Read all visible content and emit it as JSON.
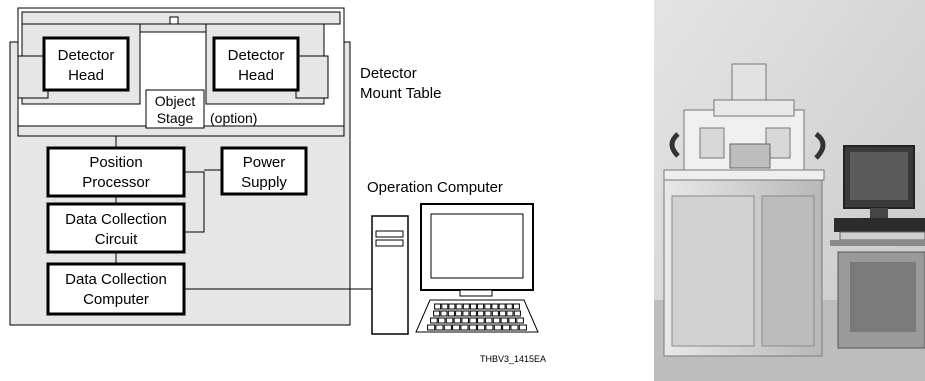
{
  "diagram": {
    "detector_head_left": [
      "Detector",
      "Head"
    ],
    "detector_head_right": [
      "Detector",
      "Head"
    ],
    "object_stage": [
      "Object",
      "Stage"
    ],
    "option_label": "(option)",
    "detector_mount_table": [
      "Detector",
      "Mount Table"
    ],
    "position_processor": [
      "Position",
      "Processor"
    ],
    "power_supply": [
      "Power",
      "Supply"
    ],
    "data_collection_circuit": [
      "Data Collection",
      "Circuit"
    ],
    "data_collection_computer": [
      "Data Collection",
      "Computer"
    ],
    "operation_computer": "Operation Computer",
    "figure_code": "THBV3_1415EA"
  },
  "photo": {
    "description_icon": "system-photo"
  },
  "colors": {
    "housing_fill": "#e6e6e6",
    "line": "#000000",
    "photo_wall": "#d9d9d9"
  }
}
